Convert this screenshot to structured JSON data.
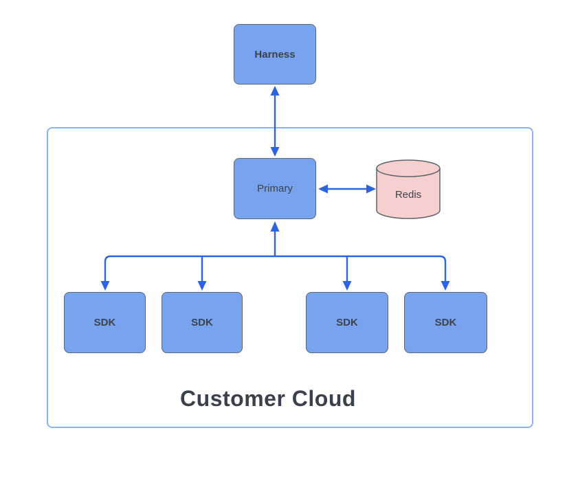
{
  "diagram_type": "architecture-flowchart",
  "container": {
    "title": "Customer Cloud"
  },
  "nodes": {
    "harness": {
      "label": "Harness",
      "shape": "rectangle",
      "fill": "#78a3ef"
    },
    "primary": {
      "label": "Primary",
      "shape": "rectangle",
      "fill": "#78a3ef"
    },
    "redis": {
      "label": "Redis",
      "shape": "cylinder",
      "fill": "#f6cfcf"
    },
    "sdk_1": {
      "label": "SDK",
      "shape": "rectangle",
      "fill": "#78a3ef"
    },
    "sdk_2": {
      "label": "SDK",
      "shape": "rectangle",
      "fill": "#78a3ef"
    },
    "sdk_3": {
      "label": "SDK",
      "shape": "rectangle",
      "fill": "#78a3ef"
    },
    "sdk_4": {
      "label": "SDK",
      "shape": "rectangle",
      "fill": "#78a3ef"
    }
  },
  "edges": [
    {
      "from": "harness",
      "to": "primary",
      "direction": "bidirectional"
    },
    {
      "from": "primary",
      "to": "redis",
      "direction": "bidirectional"
    },
    {
      "from": "primary",
      "to": "sdk_1",
      "direction": "bidirectional"
    },
    {
      "from": "primary",
      "to": "sdk_2",
      "direction": "bidirectional"
    },
    {
      "from": "primary",
      "to": "sdk_3",
      "direction": "bidirectional"
    },
    {
      "from": "primary",
      "to": "sdk_4",
      "direction": "bidirectional"
    }
  ],
  "colors": {
    "node_fill_blue": "#78a3ef",
    "node_border": "#5d646b",
    "redis_fill": "#f6cfcf",
    "connector_blue": "#2b63e0",
    "container_border": "#8ab2f6",
    "label_text": "#3d4249",
    "title_text": "#3a414c",
    "background": "#ffffff"
  }
}
